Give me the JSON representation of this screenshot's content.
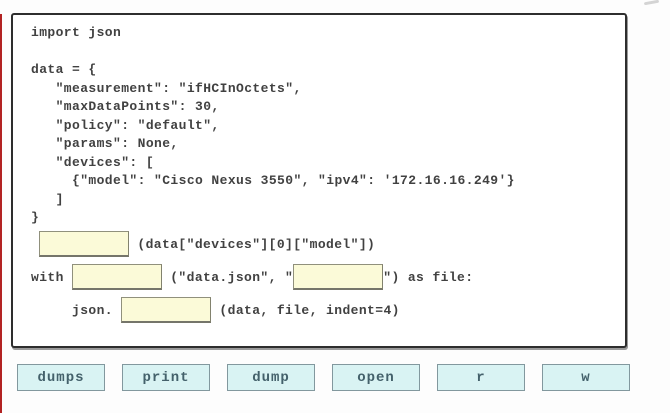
{
  "colors": {
    "edge_line": "#b22222",
    "panel_border": "#2e2e2e",
    "code_text": "#414141",
    "blank_fill": "#fbfad8",
    "option_fill": "#d9f3f3"
  },
  "code_panel": {
    "lines": [
      "import json",
      "",
      "data = {",
      "   \"measurement\": \"ifHCInOctets\",",
      "   \"maxDataPoints\": 30,",
      "   \"policy\": \"default\",",
      "   \"params\": None,",
      "   \"devices\": [",
      "     {\"model\": \"Cisco Nexus 3550\", \"ipv4\": '172.16.16.249'}",
      "   ]",
      "}"
    ],
    "fill_lines": [
      {
        "segments": [
          {
            "type": "text",
            "text": " "
          },
          {
            "type": "blank"
          },
          {
            "type": "text",
            "text": " (data[\"devices\"][0][\"model\"])"
          }
        ]
      },
      {
        "segments": [
          {
            "type": "text",
            "text": "with "
          },
          {
            "type": "blank"
          },
          {
            "type": "text",
            "text": " (\"data.json\", \""
          },
          {
            "type": "blank"
          },
          {
            "type": "text",
            "text": "\") as file:"
          }
        ]
      },
      {
        "segments": [
          {
            "type": "text",
            "text": "     json. "
          },
          {
            "type": "blank"
          },
          {
            "type": "text",
            "text": " (data, file, indent=4)"
          }
        ]
      }
    ]
  },
  "options": [
    {
      "label": "dumps"
    },
    {
      "label": "print"
    },
    {
      "label": "dump"
    },
    {
      "label": "open"
    },
    {
      "label": "r"
    },
    {
      "label": "w"
    }
  ]
}
